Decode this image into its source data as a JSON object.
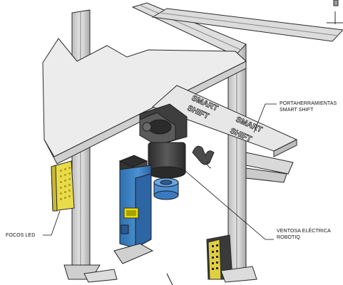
{
  "labels": {
    "smart_shift": "PORTAHERRAMIENTAS\nSMART SHIFT",
    "smart_shift_line1": "PORTAHERRAMIENTAS",
    "smart_shift_line2": "SMART SHIFT",
    "focos": "FOCOS LED",
    "ventosa_line1": "VENTOSA ELÉCTRICA",
    "ventosa_line2": "ROBOTIQ"
  },
  "panel_text": {
    "smart_a": "SMART",
    "shift_a": "SHIFT",
    "smart_b": "SMART",
    "shift_b": "SHIFT"
  },
  "colors": {
    "frame_fill": "#d7d7d7",
    "frame_stroke": "#2a2a2a",
    "panel_fill": "#efefef",
    "motor": "#4a4a4a",
    "blue": "#3f86c9",
    "led": "#e7d640"
  }
}
